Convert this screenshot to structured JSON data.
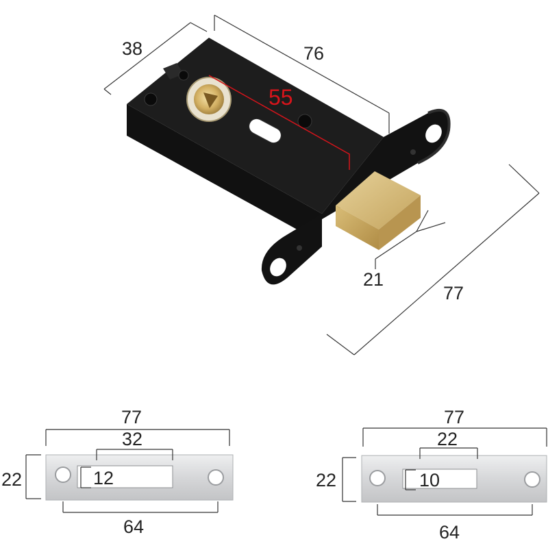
{
  "lock_body": {
    "dimensions": {
      "width": "38",
      "length": "76",
      "backset": "55",
      "bolt_width": "21",
      "faceplate_length": "77"
    }
  },
  "strike_plate_1": {
    "overall_length": "77",
    "opening_length": "32",
    "height": "22",
    "opening_height": "12",
    "hole_spacing": "64"
  },
  "strike_plate_2": {
    "overall_length": "77",
    "opening_length": "22",
    "height": "22",
    "opening_height": "10",
    "hole_spacing": "64"
  },
  "colors": {
    "body": "#151515",
    "brass": "#c9a45a",
    "steel": "#d9dadc",
    "backset_line": "#d8141b"
  }
}
